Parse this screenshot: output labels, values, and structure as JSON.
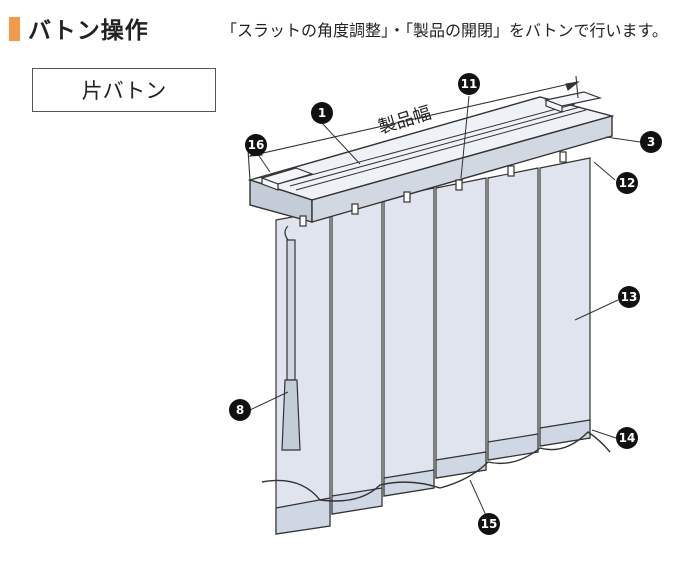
{
  "header": {
    "title": "バトン操作",
    "description": "「スラットの角度調整」・「製品の開閉」をバトンで行います。",
    "accent_color": "#f39a4a"
  },
  "variant": {
    "label": "片バトン"
  },
  "diagram": {
    "dimension_label": "製品幅",
    "colors": {
      "slat_fill": "#dfe4ef",
      "rail_fill": "#d2d8e2",
      "outline": "#333333",
      "callout_fill": "#111111"
    },
    "callouts": [
      {
        "id": "c1",
        "number": "1"
      },
      {
        "id": "c3",
        "number": "3"
      },
      {
        "id": "c8",
        "number": "8"
      },
      {
        "id": "c11",
        "number": "11"
      },
      {
        "id": "c12",
        "number": "12"
      },
      {
        "id": "c13",
        "number": "13"
      },
      {
        "id": "c14",
        "number": "14"
      },
      {
        "id": "c15",
        "number": "15"
      },
      {
        "id": "c16",
        "number": "16"
      }
    ]
  }
}
